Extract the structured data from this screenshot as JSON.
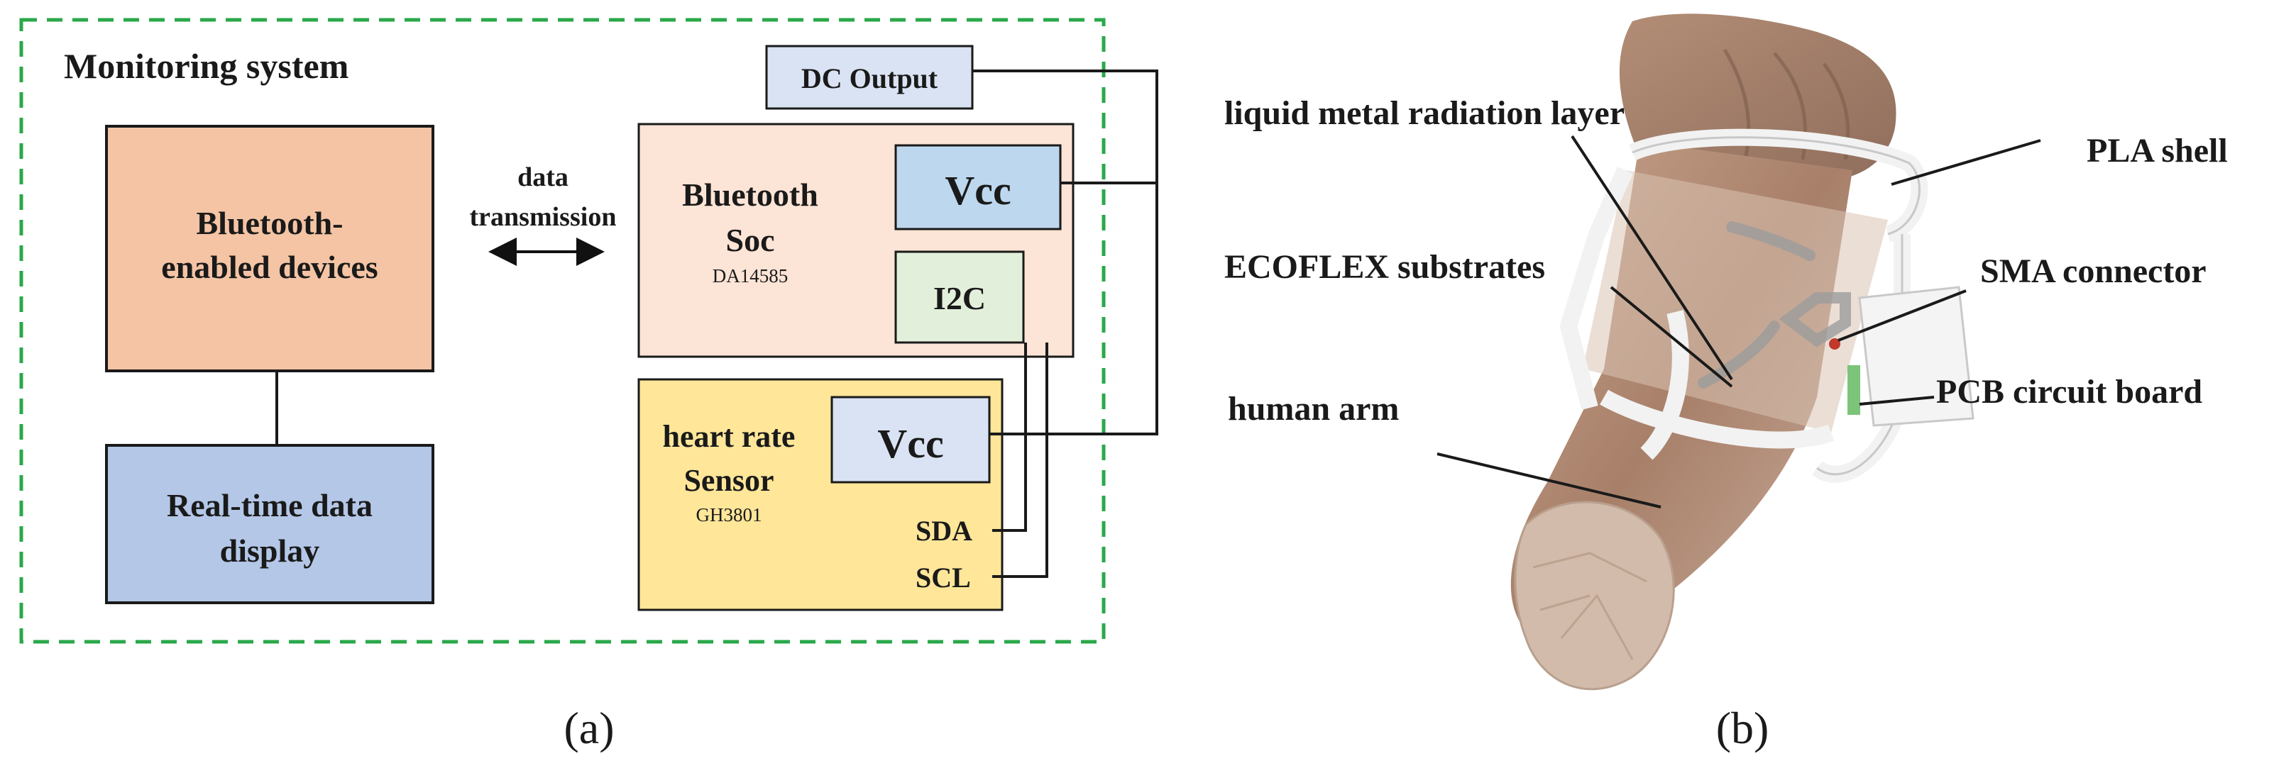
{
  "panel_a": {
    "title": "Monitoring system",
    "bluetooth_devices": "Bluetooth-|enabled devices",
    "realtime_display": "Real-time data|display",
    "data_transmission": "data|transmission",
    "dc_output": "DC Output",
    "bluetooth_soc": {
      "title": "Bluetooth|Soc",
      "chip": "DA14585",
      "vcc": "Vcc",
      "i2c": "I2C"
    },
    "heart_rate_sensor": {
      "title": "heart rate|Sensor",
      "chip": "GH3801",
      "vcc": "Vcc",
      "sda": "SDA",
      "scl": "SCL"
    },
    "caption": "(a)"
  },
  "panel_b": {
    "labels": {
      "liquid_metal": "liquid metal radiation layer",
      "pla_shell": "PLA shell",
      "ecoflex": "ECOFLEX substrates",
      "sma": "SMA connector",
      "pcb": "PCB circuit board",
      "human_arm": "human arm"
    },
    "caption": "(b)"
  },
  "colors": {
    "dashed_border": "#2aa84a",
    "bluetooth_devices_fill": "#f4c4a4",
    "display_fill": "#b4c7e7",
    "soc_fill": "#fce4d6",
    "vcc_fill": "#bdd7ee",
    "i2c_fill": "#e2efda",
    "sensor_fill": "#ffe699",
    "dc_fill": "#dae3f3",
    "skin": "#b7907a"
  }
}
